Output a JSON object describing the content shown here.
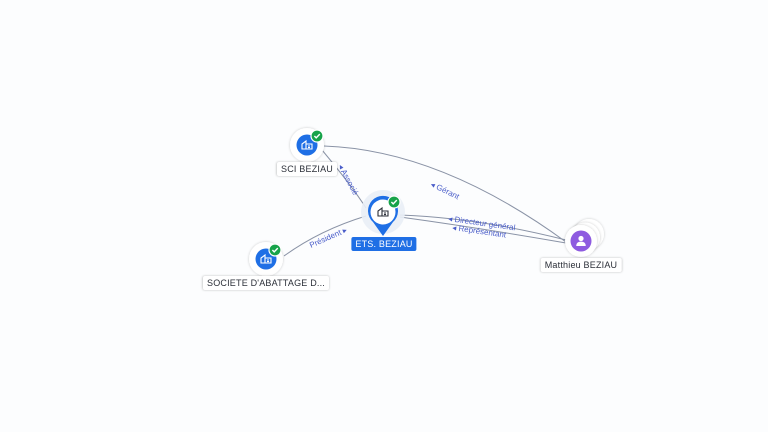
{
  "colors": {
    "company": "#1f6fe5",
    "person": "#8e5be0",
    "check": "#17a34a",
    "edge": "#8a93a6",
    "edge_label": "#4a5dc9"
  },
  "nodes": {
    "sci": {
      "label": "SCI BEZIAU",
      "icon": "building-icon",
      "badge": "check-icon"
    },
    "ets": {
      "label": "ETS. BEZIAU",
      "icon": "building-icon",
      "badge": "check-icon"
    },
    "abattage": {
      "label": "SOCIETE D'ABATTAGE D...",
      "icon": "building-icon",
      "badge": "check-icon"
    },
    "matthieu": {
      "label": "Matthieu BEZIAU",
      "icon": "person-icon"
    }
  },
  "edges": {
    "associe": "Associé",
    "gerant": "Gérant",
    "president": "Président",
    "directeur": "Directeur général",
    "representant": "Représentant"
  }
}
